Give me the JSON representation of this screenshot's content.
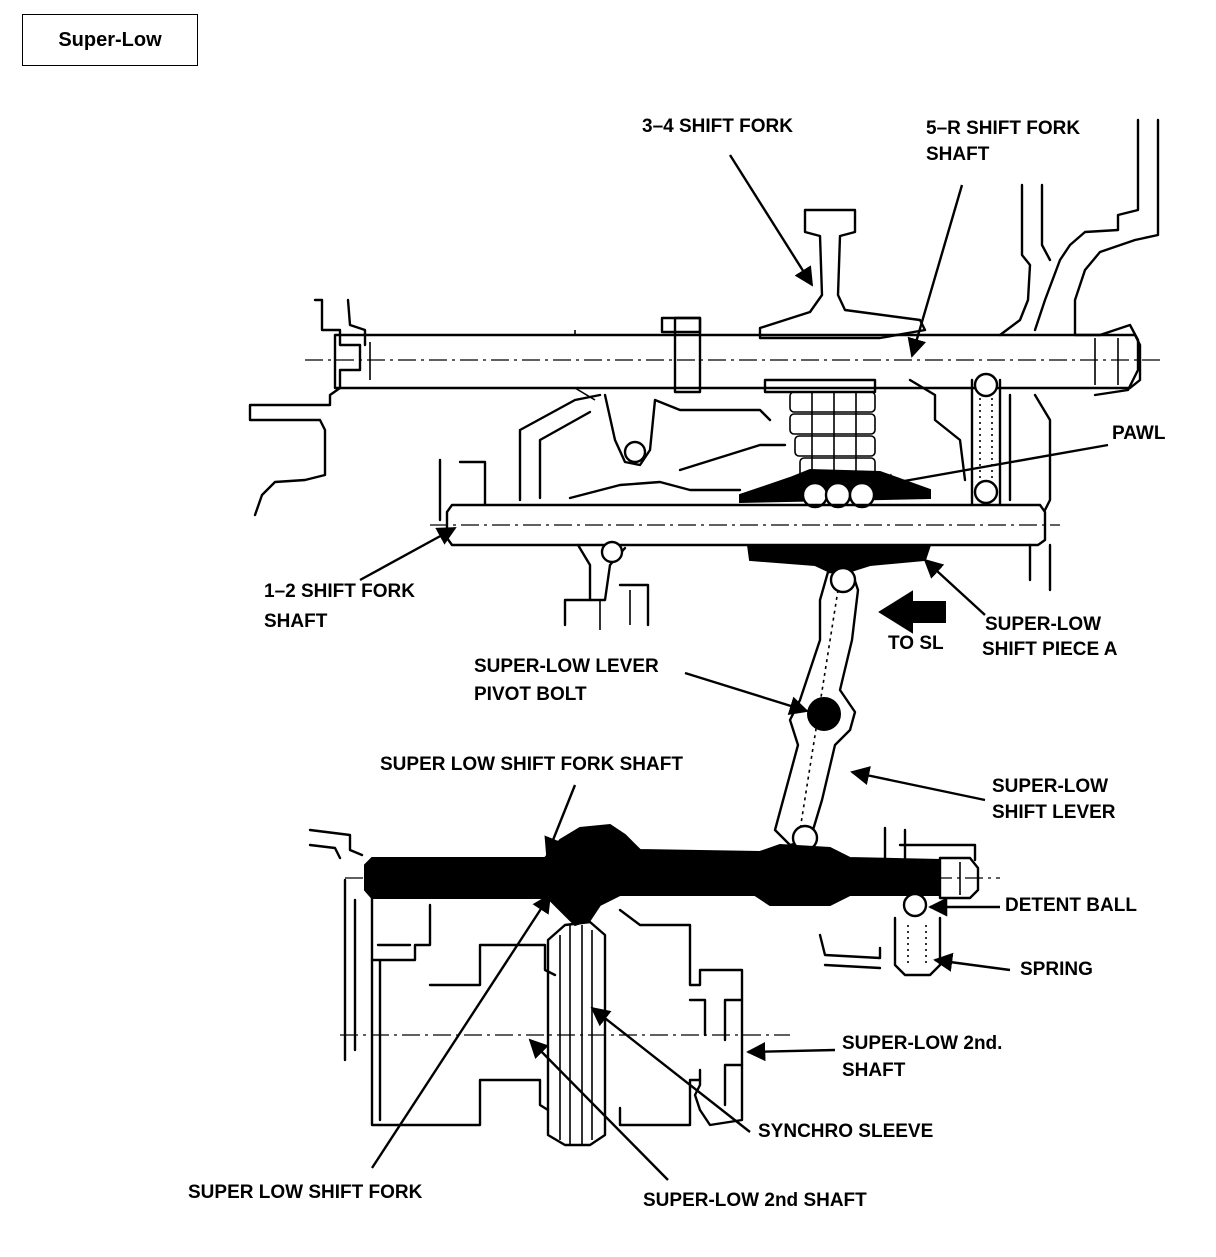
{
  "title": "Super-Low",
  "labels": {
    "fork_34": "3–4 SHIFT FORK",
    "shaft_5r_1": "5–R SHIFT FORK",
    "shaft_5r_2": "SHAFT",
    "pawl": "PAWL",
    "shaft_12_1": "1–2 SHIFT FORK",
    "shaft_12_2": "SHAFT",
    "to_sl": "TO SL",
    "piece_a_1": "SUPER-LOW",
    "piece_a_2": "SHIFT PIECE A",
    "pivot_1": "SUPER-LOW LEVER",
    "pivot_2": "PIVOT BOLT",
    "sl_fork_shaft": "SUPER LOW SHIFT FORK SHAFT",
    "sl_lever_1": "SUPER-LOW",
    "sl_lever_2": "SHIFT LEVER",
    "detent_ball": "DETENT BALL",
    "spring": "SPRING",
    "sl_2nd_shaft_r1": "SUPER-LOW 2nd.",
    "sl_2nd_shaft_r2": "SHAFT",
    "synchro_sleeve": "SYNCHRO SLEEVE",
    "sl_fork": "SUPER LOW SHIFT FORK",
    "sl_2nd_shaft_b": "SUPER-LOW 2nd SHAFT"
  }
}
